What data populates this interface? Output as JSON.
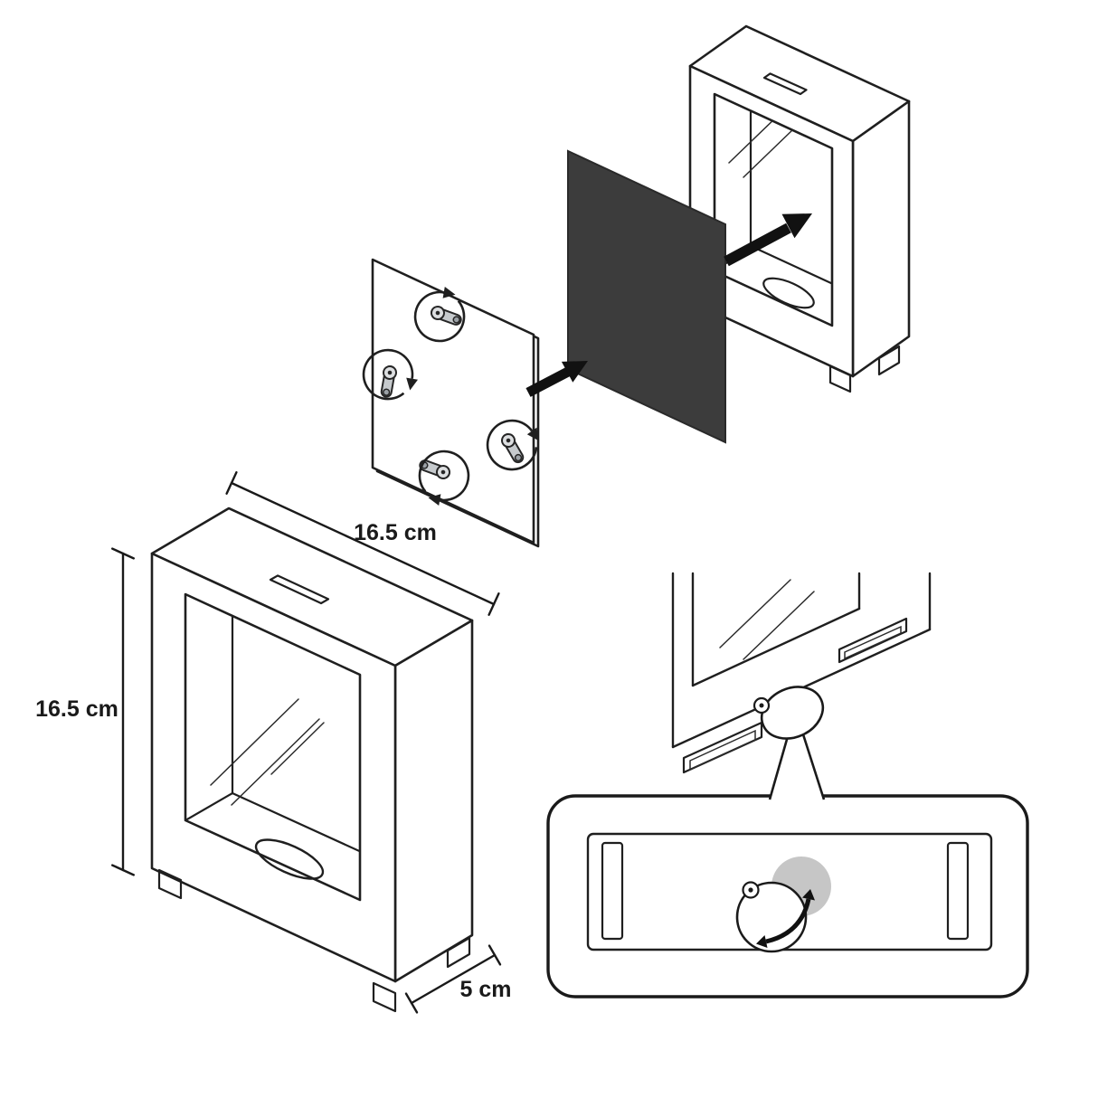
{
  "dimension_labels": {
    "width": "16.5 cm",
    "height": "16.5 cm",
    "depth": "5 cm"
  },
  "colors": {
    "line": "#1f1f1f",
    "photo_panel": "#3c3c3c",
    "disc_hole": "#c6c6c6",
    "clip_fill": "#c6cacd",
    "background": "#ffffff"
  }
}
